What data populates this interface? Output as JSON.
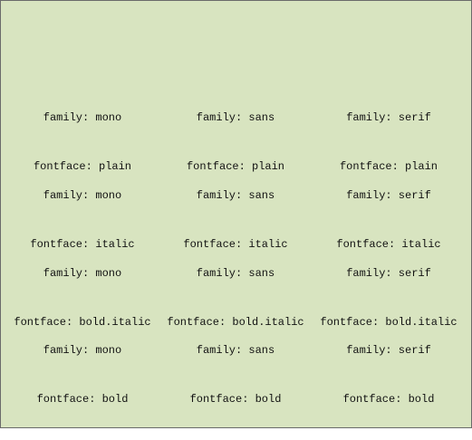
{
  "cells": [
    {
      "family": "family: mono",
      "fontface": "fontface: plain"
    },
    {
      "family": "family: sans",
      "fontface": "fontface: plain"
    },
    {
      "family": "family: serif",
      "fontface": "fontface: plain"
    },
    {
      "family": "family: mono",
      "fontface": "fontface: italic"
    },
    {
      "family": "family: sans",
      "fontface": "fontface: italic"
    },
    {
      "family": "family: serif",
      "fontface": "fontface: italic"
    },
    {
      "family": "family: mono",
      "fontface": "fontface: bold.italic"
    },
    {
      "family": "family: sans",
      "fontface": "fontface: bold.italic"
    },
    {
      "family": "family: serif",
      "fontface": "fontface: bold.italic"
    },
    {
      "family": "family: mono",
      "fontface": "fontface: bold"
    },
    {
      "family": "family: sans",
      "fontface": "fontface: bold"
    },
    {
      "family": "family: serif",
      "fontface": "fontface: bold"
    }
  ]
}
